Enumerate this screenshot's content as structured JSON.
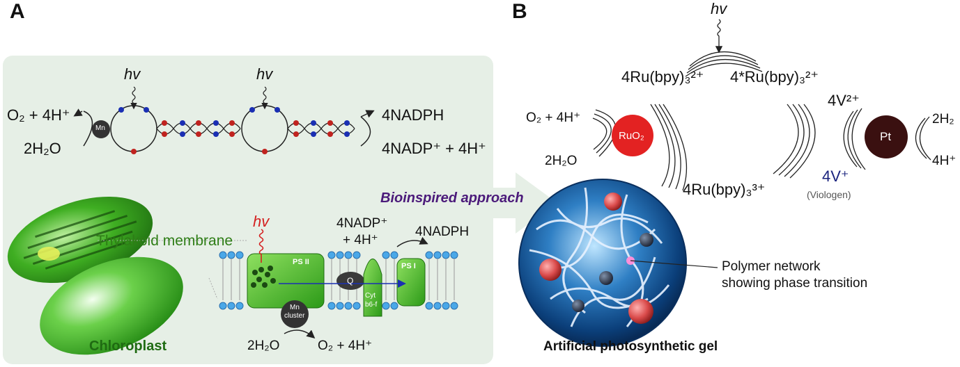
{
  "panels": {
    "a_label": "A",
    "b_label": "B"
  },
  "panel_a": {
    "hv_left": "hv",
    "hv_right": "hv",
    "o2_product": "O₂ + 4H⁺",
    "water": "2H₂O",
    "mn": "Mn",
    "nadph": "4NADPH",
    "nadp": "4NADP⁺ + 4H⁺",
    "thylakoid": "Thylakoid membrane",
    "chloroplast": "Chloroplast",
    "hv_membrane": "hv",
    "ps2": "PS II",
    "ps1": "PS I",
    "q": "Q",
    "cyt": "Cyt",
    "cyt2": "b6-f",
    "mn_cluster_1": "Mn",
    "mn_cluster_2": "cluster",
    "nadp_top_1": "4NADP⁺",
    "nadp_top_2": "+ 4H⁺",
    "nadph_top": "4NADPH",
    "water_bottom": "2H₂O",
    "o2_bottom": "O₂ + 4H⁺"
  },
  "arrow_label": "Bioinspired approach",
  "panel_b": {
    "hv": "hv",
    "ru_left": "4Ru(bpy)₃²⁺",
    "ru_excited": "4*Ru(bpy)₃²⁺",
    "ru_oxidized": "4Ru(bpy)₃³⁺",
    "o2": "O₂ + 4H⁺",
    "water": "2H₂O",
    "ruo2": "RuO₂",
    "v2": "4V²⁺",
    "v1": "4V⁺",
    "viologen": "(Viologen)",
    "pt": "Pt",
    "h2": "2H₂",
    "h_plus": "4H⁺",
    "polymer_1": "Polymer network",
    "polymer_2": "showing phase transition",
    "gel": "Artificial photosynthetic gel"
  },
  "colors": {
    "panel_bg": "#e6efe6",
    "ruo2": "#e32222",
    "pt": "#3a1010",
    "electron_red": "#c0231f",
    "electron_blue": "#1a2fb3",
    "chloroplast_green": "#2f9a1c",
    "arrow_purple": "#4b1a7a"
  },
  "icons": {
    "photon": "wavy-arrow-icon"
  }
}
